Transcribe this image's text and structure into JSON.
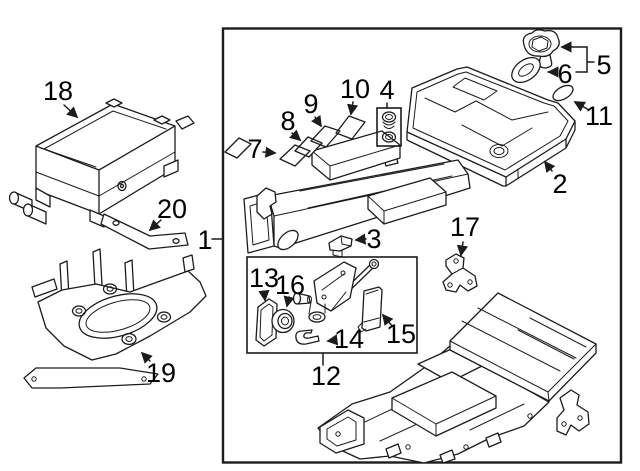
{
  "colors": {
    "background": "#ffffff",
    "line": "#1c1c1c",
    "text": "#000000"
  },
  "callouts": {
    "c1": {
      "label": "1"
    },
    "c2": {
      "label": "2"
    },
    "c3": {
      "label": "3"
    },
    "c4": {
      "label": "4"
    },
    "c5": {
      "label": "5"
    },
    "c6": {
      "label": "6"
    },
    "c7": {
      "label": "7"
    },
    "c8": {
      "label": "8"
    },
    "c9": {
      "label": "9"
    },
    "c10": {
      "label": "10"
    },
    "c11": {
      "label": "11"
    },
    "c12": {
      "label": "12"
    },
    "c13": {
      "label": "13"
    },
    "c14": {
      "label": "14"
    },
    "c15": {
      "label": "15"
    },
    "c16": {
      "label": "16"
    },
    "c17": {
      "label": "17"
    },
    "c18": {
      "label": "18"
    },
    "c19": {
      "label": "19"
    },
    "c20": {
      "label": "20"
    }
  }
}
